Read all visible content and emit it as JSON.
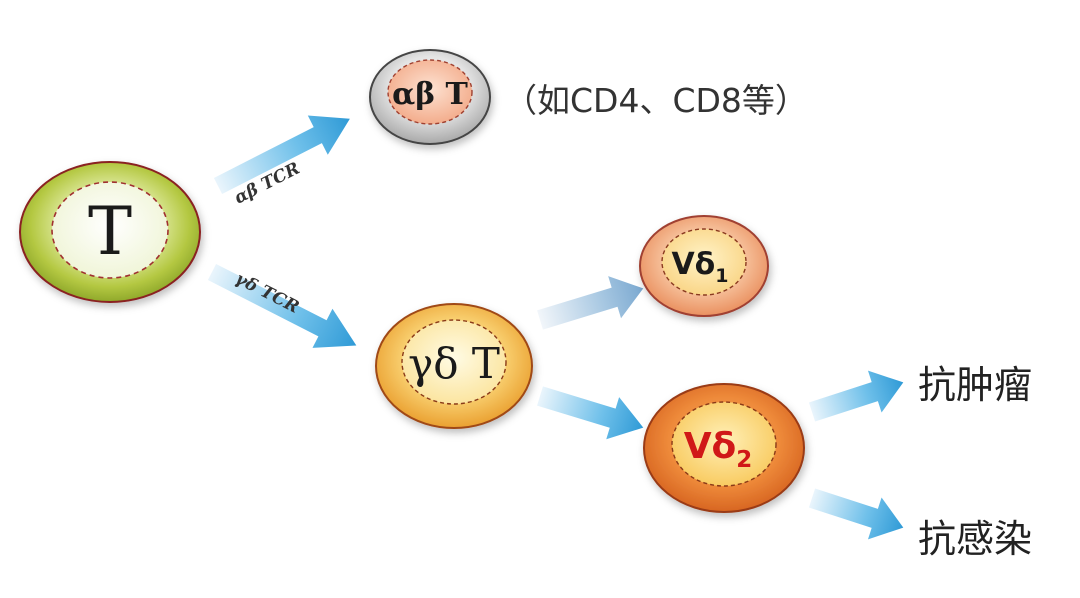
{
  "cells": {
    "t": {
      "label": "T"
    },
    "alphabeta": {
      "label": "αβ T",
      "note": "（如CD4、CD8等）"
    },
    "gammadelta": {
      "label": "γδ T"
    },
    "vd1": {
      "label_main": "Vδ",
      "label_sub": "1"
    },
    "vd2": {
      "label_main": "Vδ",
      "label_sub": "2"
    }
  },
  "arrows": {
    "to_alphabeta": {
      "label": "αβ TCR"
    },
    "to_gammadelta": {
      "label": "γδ TCR"
    }
  },
  "outcomes": {
    "anti_tumor": "抗肿瘤",
    "anti_infection": "抗感染"
  },
  "colors": {
    "t_cell": "#a8c030",
    "alphabeta_cell": "#c8c8c8",
    "gammadelta_cell": "#f0b040",
    "vd1_cell": "#f0a070",
    "vd2_cell": "#e8702a",
    "vd2_label": "#d01818",
    "arrow": "#3aa0d8"
  }
}
